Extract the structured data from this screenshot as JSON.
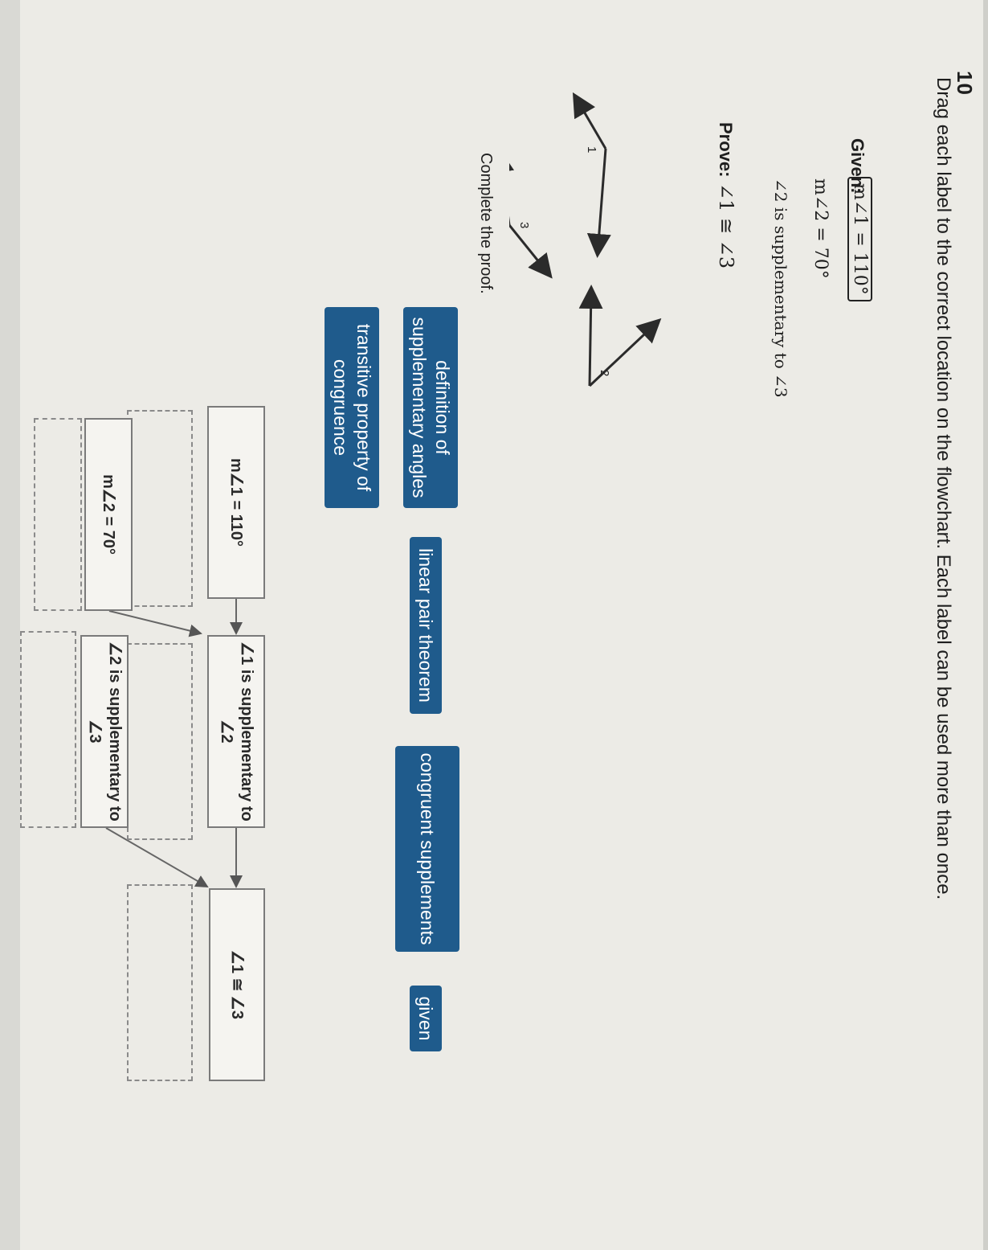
{
  "question": {
    "number": "10",
    "instructions": "Drag each label to the correct location on the flowchart. Each label can be used more than once.",
    "given_label": "Given:",
    "given": [
      "m∠1 = 110°",
      "m∠2 = 70°",
      "∠2 is supplementary to ∠3"
    ],
    "prove_label": "Prove:",
    "prove": "∠1 ≅ ∠3",
    "figure_labels": [
      "1",
      "2",
      "3"
    ],
    "complete_text": "Complete the proof."
  },
  "labels": [
    "definition of supplementary angles",
    "transitive property of congruence",
    "linear pair theorem",
    "congruent supplements",
    "given"
  ],
  "flowchart": {
    "statements": [
      "m∠1 = 110°",
      "m∠2 = 70°",
      "∠1 is supplementary to ∠2",
      "∠2 is supplementary to ∠3",
      "∠1 ≅ ∠3"
    ]
  },
  "colors": {
    "label_tile": "#1f5b8c",
    "page_background": "#ecebe6"
  }
}
